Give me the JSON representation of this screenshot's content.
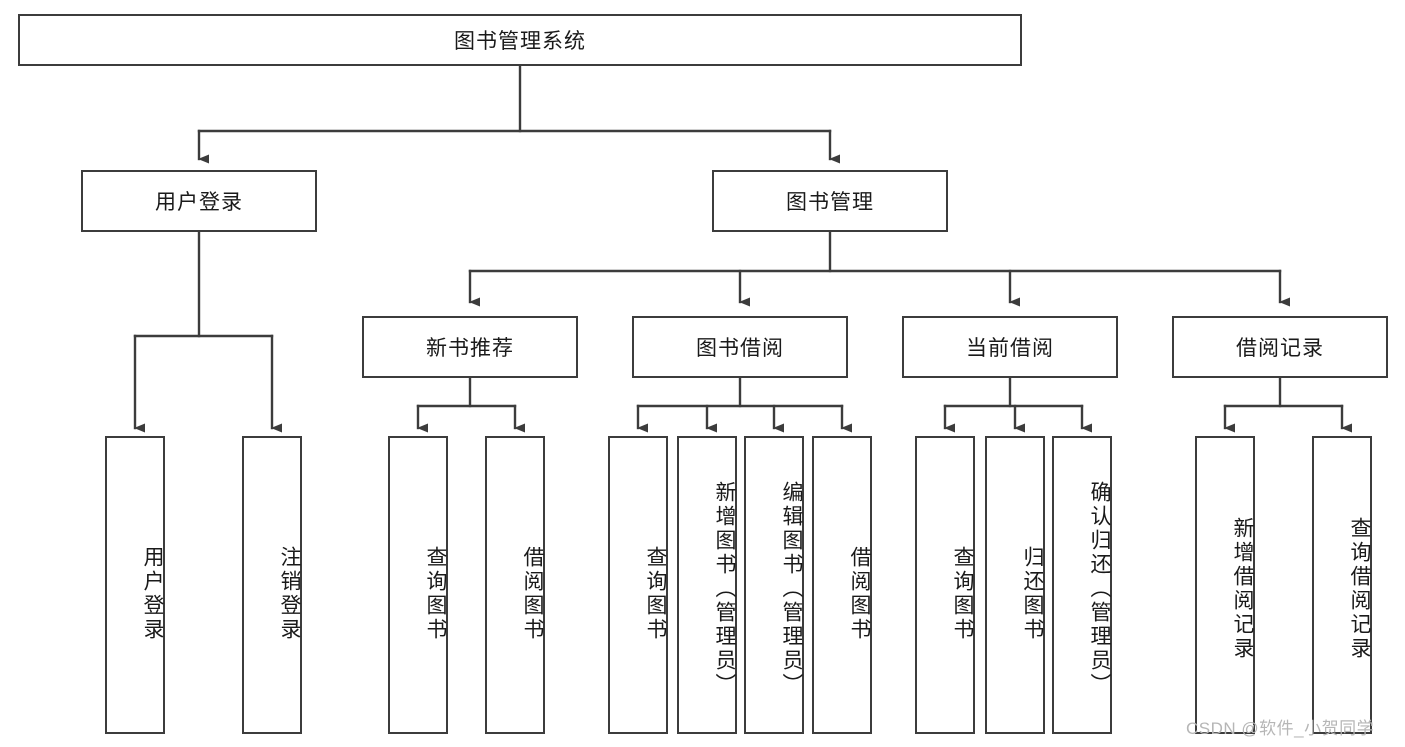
{
  "diagram": {
    "type": "tree-hierarchy",
    "title": "图书管理系统",
    "root": {
      "label": "图书管理系统"
    },
    "level2": [
      {
        "id": "user-login",
        "label": "用户登录"
      },
      {
        "id": "book-management",
        "label": "图书管理"
      }
    ],
    "level3": [
      {
        "id": "new-book-recommend",
        "label": "新书推荐",
        "parent": "book-management"
      },
      {
        "id": "book-borrow",
        "label": "图书借阅",
        "parent": "book-management"
      },
      {
        "id": "current-borrow",
        "label": "当前借阅",
        "parent": "book-management"
      },
      {
        "id": "borrow-record",
        "label": "借阅记录",
        "parent": "book-management"
      }
    ],
    "leaves": {
      "user_login": [
        {
          "id": "leaf-user-login",
          "label": "用户登录"
        },
        {
          "id": "leaf-logout",
          "label": "注销登录"
        }
      ],
      "new_book_recommend": [
        {
          "id": "leaf-query-book-1",
          "label": "查询图书"
        },
        {
          "id": "leaf-borrow-book-1",
          "label": "借阅图书"
        }
      ],
      "book_borrow": [
        {
          "id": "leaf-query-book-2",
          "label": "查询图书"
        },
        {
          "id": "leaf-add-book",
          "label": "新增图书（管理员）"
        },
        {
          "id": "leaf-edit-book",
          "label": "编辑图书（管理员）"
        },
        {
          "id": "leaf-borrow-book-2",
          "label": "借阅图书"
        }
      ],
      "current_borrow": [
        {
          "id": "leaf-query-book-3",
          "label": "查询图书"
        },
        {
          "id": "leaf-return-book",
          "label": "归还图书"
        },
        {
          "id": "leaf-confirm-return",
          "label": "确认归还（管理员）"
        }
      ],
      "borrow_record": [
        {
          "id": "leaf-add-record",
          "label": "新增借阅记录"
        },
        {
          "id": "leaf-query-record",
          "label": "查询借阅记录"
        }
      ]
    },
    "watermark": "CSDN @软件_小贺同学",
    "colors": {
      "stroke": "#3c3c3c",
      "background": "#ffffff",
      "text": "#1a1a1a",
      "watermark": "#b6b6b6"
    }
  }
}
